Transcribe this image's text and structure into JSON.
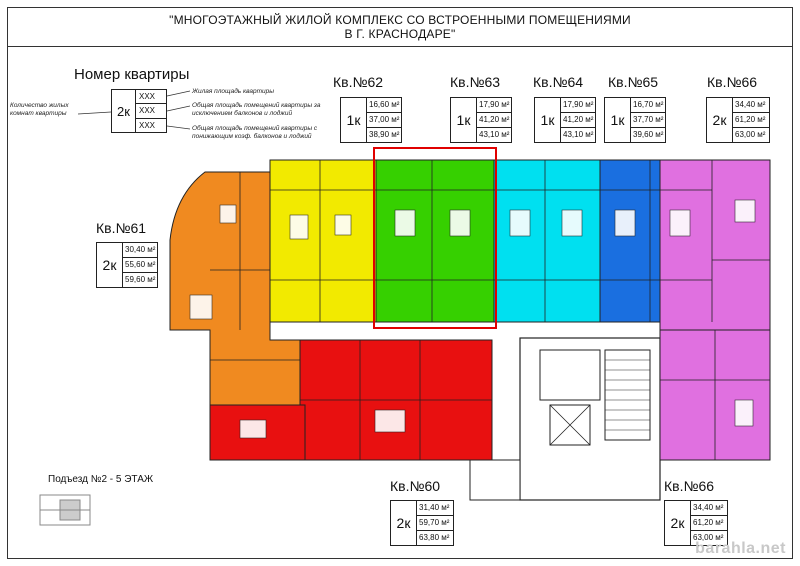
{
  "header": {
    "line1": "\"МНОГОЭТАЖНЫЙ ЖИЛОЙ КОМПЛЕКС СО ВСТРОЕННЫМИ ПОМЕЩЕНИЯМИ",
    "line2": "В Г. КРАСНОДАРЕ\""
  },
  "legend": {
    "title": "Номер квартиры",
    "rooms_label": "Количество жилых комнат квартиры",
    "rooms": "2к",
    "placeholders": [
      "XXX",
      "XXX",
      "XXX"
    ],
    "notes": [
      "Жилая площадь квартиры",
      "Общая площадь помещений квартиры за исключением балконов и лоджий",
      "Общая площадь помещений квартиры с понижающим коэф. балконов и лоджий"
    ]
  },
  "entrance": "Подъезд №2 - 5 ЭТАЖ",
  "apartments": [
    {
      "title": "Кв.№62",
      "rooms": "1к",
      "living": "16,60 м²",
      "total": "37,00 м²",
      "total_coef": "38,90 м²",
      "color": "#f2ea00"
    },
    {
      "title": "Кв.№63",
      "rooms": "1к",
      "living": "17,90 м²",
      "total": "41,20 м²",
      "total_coef": "43,10 м²",
      "color": "#36d000"
    },
    {
      "title": "Кв.№64",
      "rooms": "1к",
      "living": "17,90 м²",
      "total": "41,20 м²",
      "total_coef": "43,10 м²",
      "color": "#00e0f0"
    },
    {
      "title": "Кв.№65",
      "rooms": "1к",
      "living": "16,70 м²",
      "total": "37,70 м²",
      "total_coef": "39,60 м²",
      "color": "#1a6fe0"
    },
    {
      "title": "Кв.№66",
      "rooms": "2к",
      "living": "34,40 м²",
      "total": "61,20 м²",
      "total_coef": "63,00 м²",
      "color": "#e070e0"
    },
    {
      "title": "Кв.№61",
      "rooms": "2к",
      "living": "30,40 м²",
      "total": "55,60 м²",
      "total_coef": "59,60 м²",
      "color": "#f08a20"
    },
    {
      "title": "Кв.№60",
      "rooms": "2к",
      "living": "31,40 м²",
      "total": "59,70 м²",
      "total_coef": "63,80 м²",
      "color": "#e81010"
    },
    {
      "title": "Кв.№66",
      "rooms": "2к",
      "living": "34,40 м²",
      "total": "61,20 м²",
      "total_coef": "63,00 м²",
      "color": "#e070e0"
    }
  ],
  "highlight_color": "#e00000",
  "watermark": "barahla.net"
}
